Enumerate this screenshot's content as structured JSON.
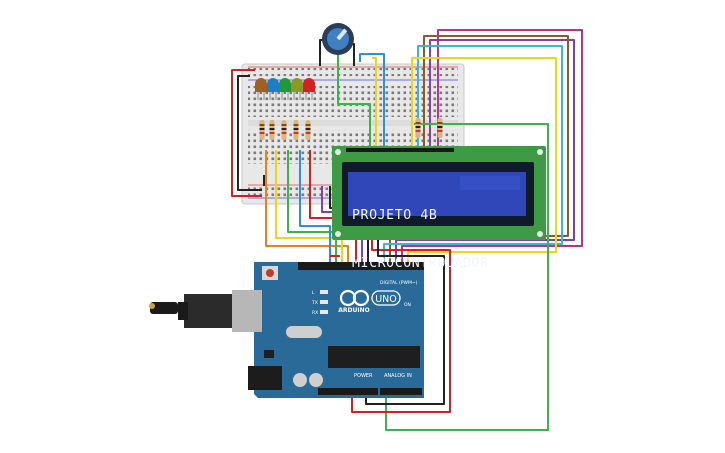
{
  "lcd": {
    "line1": "PROJETO 4B",
    "line2": "MICROCONTROLADOR"
  },
  "arduino": {
    "logo": "ARDUINO",
    "model": "UNO",
    "digital_label": "DIGITAL (PWM~)",
    "power_label": "POWER",
    "analog_label": "ANALOG IN",
    "on_label": "ON",
    "tx_label": "TX",
    "rx_label": "RX",
    "l_label": "L"
  },
  "colors": {
    "board": "#2a6a98",
    "breadboard": "#e9e9e9",
    "lcd_pcb": "#3e9a45",
    "lcd_screen": "#2f47b8",
    "wire_red": "#d62020",
    "wire_black": "#222222",
    "wire_orange": "#e8821a",
    "wire_yellow": "#f2d21a",
    "wire_green": "#3bb54a",
    "wire_blue": "#2f8fd8",
    "wire_cyan": "#37b8d6",
    "wire_purple": "#8a3fa0",
    "wire_magenta": "#b8338a",
    "wire_brown": "#8b5a2b"
  },
  "leds": [
    "brown",
    "blue",
    "green",
    "olive",
    "red"
  ]
}
